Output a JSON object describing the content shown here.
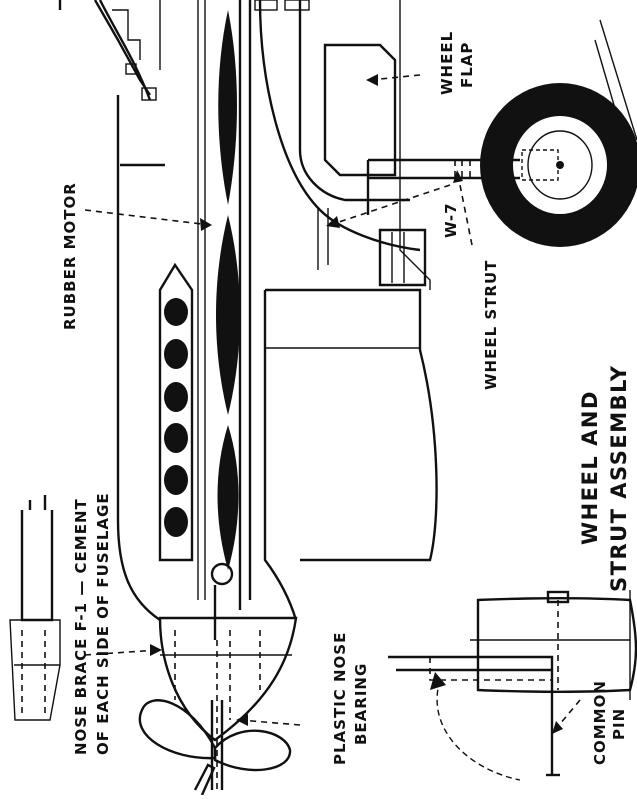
{
  "labels": {
    "rubber_motor": "RUBBER MOTOR",
    "wheel_flap_line1": "WHEEL",
    "wheel_flap_line2": "FLAP",
    "w7": "W-7",
    "wheel_strut": "WHEEL STRUT",
    "nose_brace_line1": "NOSE BRACE F-1 — CEMENT",
    "nose_brace_line2": "OF EACH SIDE OF FUSELAGE",
    "plastic_nose_line1": "PLASTIC NOSE",
    "plastic_nose_line2": "BEARING",
    "common_pin_line1": "COMMON",
    "common_pin_line2": "PIN",
    "assembly_line1": "WHEEL AND",
    "assembly_line2": "STRUT ASSEMBLY"
  },
  "colors": {
    "ink": "#111111",
    "paper": "#ffffff"
  }
}
